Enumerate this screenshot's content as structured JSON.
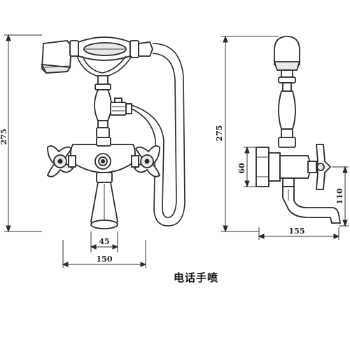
{
  "drawing": {
    "caption": "电话手喷",
    "dimensions": {
      "front_height": "275",
      "front_spout_width": "45",
      "front_base_width": "150",
      "side_height": "275",
      "side_mount": "60",
      "side_spout_reach": "155",
      "side_spout_drop": "110"
    }
  },
  "colors": {
    "line": "#2a2a2a",
    "background": "#ffffff"
  }
}
